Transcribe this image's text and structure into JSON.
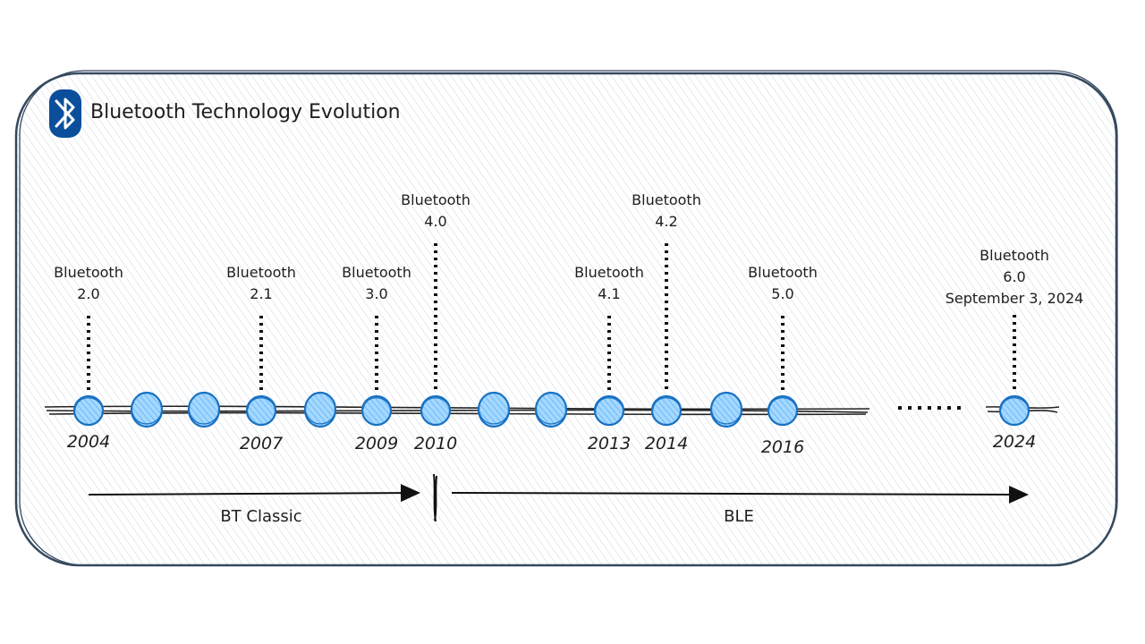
{
  "title": "Bluetooth Technology Evolution",
  "icons": {
    "logo": "bluetooth-icon"
  },
  "colors": {
    "frame_stroke": "#35495e",
    "node_stroke": "#1971c2",
    "node_fill": "#a5d8ff",
    "logo_bg": "#0b4f9c"
  },
  "milestones": [
    {
      "label_lines": [
        "Bluetooth",
        "2.0"
      ],
      "year": "2004"
    },
    {
      "label_lines": [
        "Bluetooth",
        "2.1"
      ],
      "year": "2007"
    },
    {
      "label_lines": [
        "Bluetooth",
        "3.0"
      ],
      "year": "2009"
    },
    {
      "label_lines": [
        "Bluetooth",
        "4.0"
      ],
      "year": "2010"
    },
    {
      "label_lines": [
        "Bluetooth",
        "4.1"
      ],
      "year": "2013"
    },
    {
      "label_lines": [
        "Bluetooth",
        "4.2"
      ],
      "year": "2014"
    },
    {
      "label_lines": [
        "Bluetooth",
        "5.0"
      ],
      "year": "2016"
    },
    {
      "label_lines": [
        "Bluetooth",
        "6.0",
        "September 3, 2024"
      ],
      "year": "2024"
    }
  ],
  "eras": [
    {
      "label": "BT Classic"
    },
    {
      "label": "BLE"
    }
  ]
}
